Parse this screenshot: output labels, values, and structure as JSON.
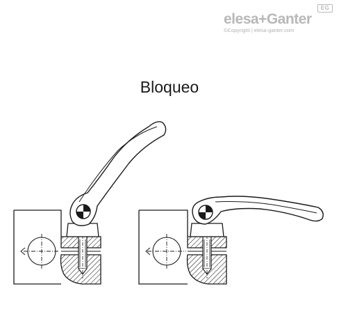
{
  "brand": {
    "name": "elesa+Ganter",
    "badge": "EG",
    "copyright": "©Copyright | elesa-ganter.com",
    "color": "#b8b8b8"
  },
  "title": "Bloqueo",
  "colors": {
    "line": "#1a1a1a",
    "background": "#ffffff",
    "watermark": "#b8b8b8"
  }
}
